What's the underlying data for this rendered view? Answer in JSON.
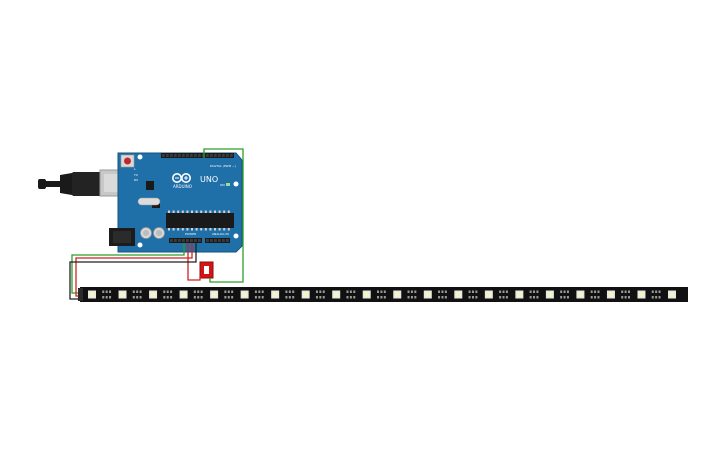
{
  "board": {
    "brand": "ARDUINO",
    "model": "UNO",
    "digital_header_label": "DIGITAL (PWM ~)",
    "power_header_label": "POWER",
    "analog_header_label": "ANALOG IN",
    "on_label": "ON",
    "tx_label": "TX",
    "rx_label": "RX",
    "l_label": "L"
  },
  "strip": {
    "led_count": 20
  },
  "colors": {
    "board": "#1f6fa8",
    "board_edge": "#15527e",
    "wire_green": "#2aa02a",
    "wire_red": "#d42020",
    "wire_black": "#222222",
    "strip": "#111111",
    "led": "#f4f4c8",
    "capacitor": "#d41414",
    "usb_cable": "#1a1a1a",
    "usb_plug": "#bfbfbf"
  }
}
